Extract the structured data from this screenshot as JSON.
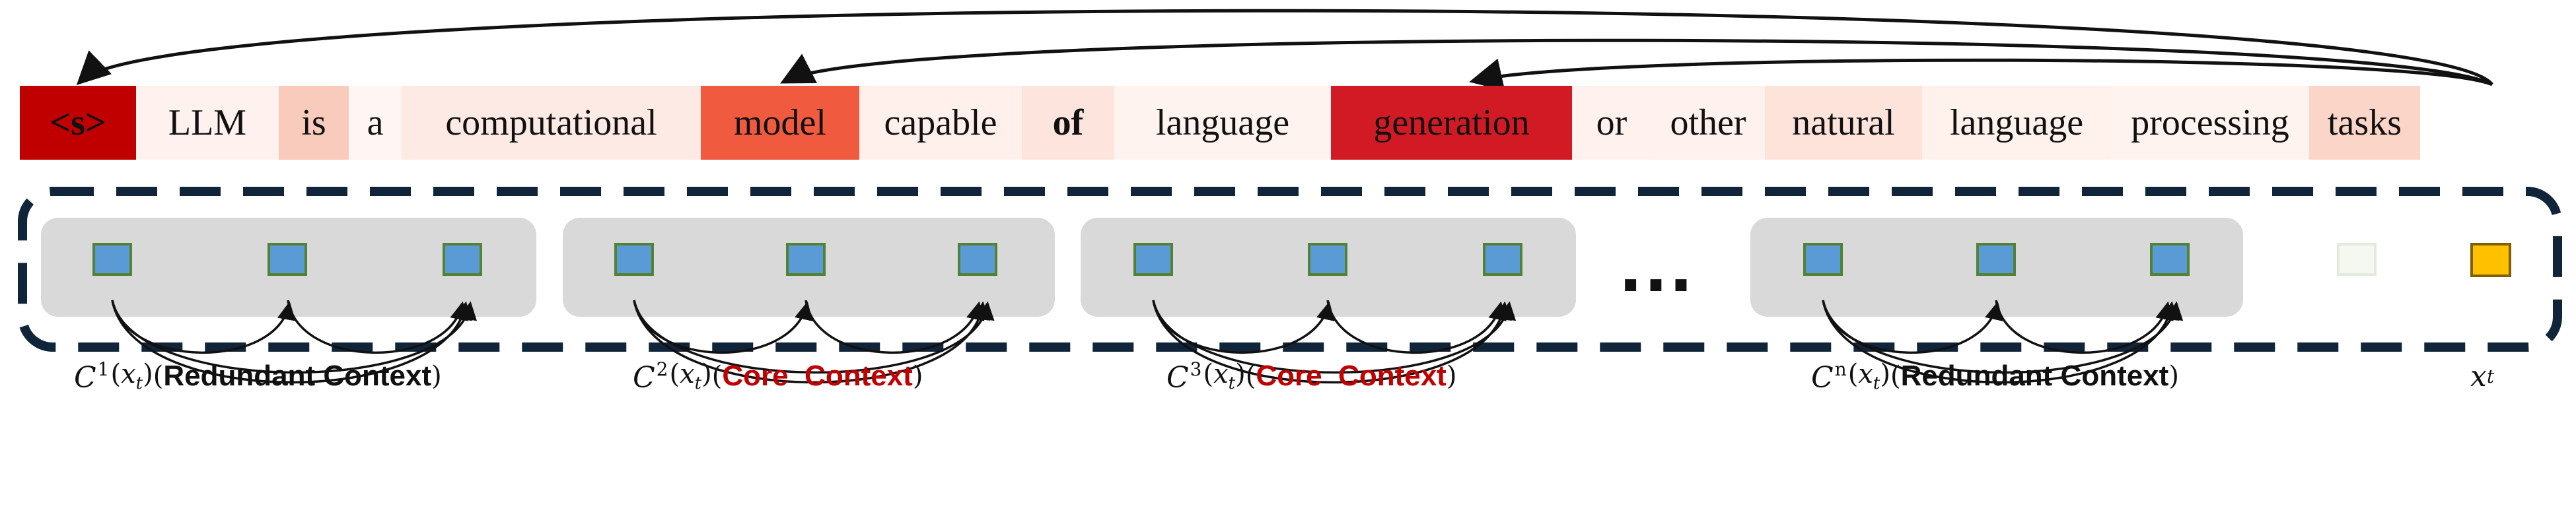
{
  "tokens": [
    {
      "text": "<s>",
      "color": "#c00000",
      "bold": true
    },
    {
      "text": "LLM",
      "color": "#fff2ee",
      "bold": false
    },
    {
      "text": "is",
      "color": "#f9cbbc",
      "bold": false
    },
    {
      "text": "a",
      "color": "#fff5f2",
      "bold": false
    },
    {
      "text": "computational",
      "color": "#fdeae4",
      "bold": false
    },
    {
      "text": "model",
      "color": "#f05a3f",
      "bold": false
    },
    {
      "text": "capable",
      "color": "#fff0ec",
      "bold": false
    },
    {
      "text": "of",
      "color": "#fde4dc",
      "bold": true
    },
    {
      "text": "language",
      "color": "#fff3ef",
      "bold": false
    },
    {
      "text": "generation",
      "color": "#d11a24",
      "bold": false
    },
    {
      "text": "or",
      "color": "#fff2ee",
      "bold": false
    },
    {
      "text": "other",
      "color": "#fff1ed",
      "bold": false
    },
    {
      "text": "natural",
      "color": "#fde3da",
      "bold": false
    },
    {
      "text": "language",
      "color": "#fff1ec",
      "bold": false
    },
    {
      "text": "processing",
      "color": "#fff3ef",
      "bold": false
    },
    {
      "text": "tasks",
      "color": "#fbd5c7",
      "bold": false
    }
  ],
  "chunks": [
    {
      "symbol": "C",
      "superscript": "1",
      "argument_var": "x",
      "argument_sub": "t",
      "kind": "Redundant Context",
      "highlight": false
    },
    {
      "symbol": "C",
      "superscript": "2",
      "argument_var": "x",
      "argument_sub": "t",
      "kind": "Core  Context",
      "highlight": true
    },
    {
      "symbol": "C",
      "superscript": "3",
      "argument_var": "x",
      "argument_sub": "t",
      "kind": "Core  Context",
      "highlight": true
    },
    {
      "symbol": "C",
      "superscript": "n",
      "argument_var": "x",
      "argument_sub": "t",
      "kind": "Redundant Context",
      "highlight": false
    }
  ],
  "ellipsis": "…",
  "current_token": {
    "var": "x",
    "sub": "t"
  },
  "colors": {
    "dashed_border": "#10243a",
    "chunk_fill": "#d9d9d9",
    "cell_fill": "#5b9bd5",
    "cell_border": "#548235",
    "current_fill": "#ffc000",
    "core_label": "#c00000",
    "arrow": "#111111"
  }
}
